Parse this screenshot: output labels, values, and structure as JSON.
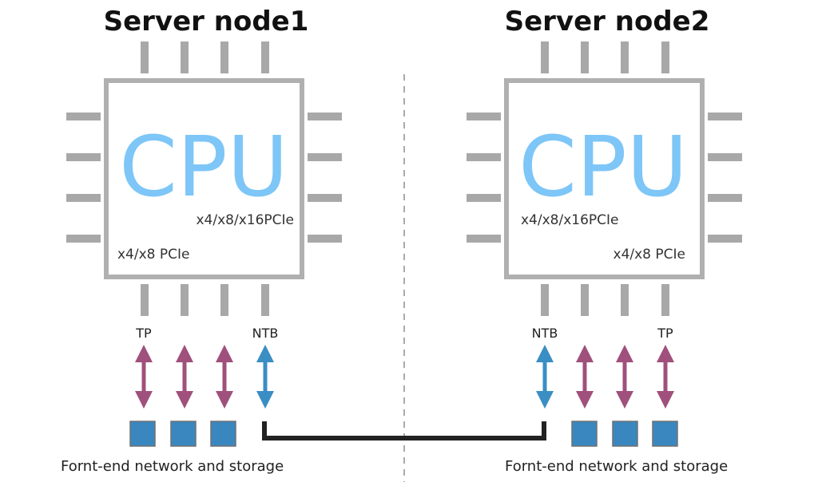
{
  "nodes": [
    {
      "title": "Server node1",
      "cpu_label": "CPU",
      "pcie_top": "x4/x8/x16PCIe",
      "pcie_bottom": "x4/x8 PCIe",
      "port_left_label": "TP",
      "port_right_label": "NTB",
      "caption": "Fornt-end network and storage",
      "link_types": [
        "tp",
        "tp",
        "tp",
        "ntb"
      ]
    },
    {
      "title": "Server node2",
      "cpu_label": "CPU",
      "pcie_top": "x4/x8/x16PCIe",
      "pcie_bottom": "x4/x8 PCIe",
      "port_left_label": "NTB",
      "port_right_label": "TP",
      "caption": "Fornt-end network and storage",
      "link_types": [
        "ntb",
        "tp",
        "tp",
        "tp"
      ]
    }
  ],
  "colors": {
    "chip_outline": "#b0b0b0",
    "pins": "#a8a8a8",
    "cpu_text": "#7dc6f7",
    "tp_arrow": "#a0507c",
    "ntb_arrow": "#3a8ec4",
    "device_fill": "#3a87c0",
    "device_border": "#707070",
    "ntb_link": "#222222",
    "divider": "#aaaaaa"
  }
}
